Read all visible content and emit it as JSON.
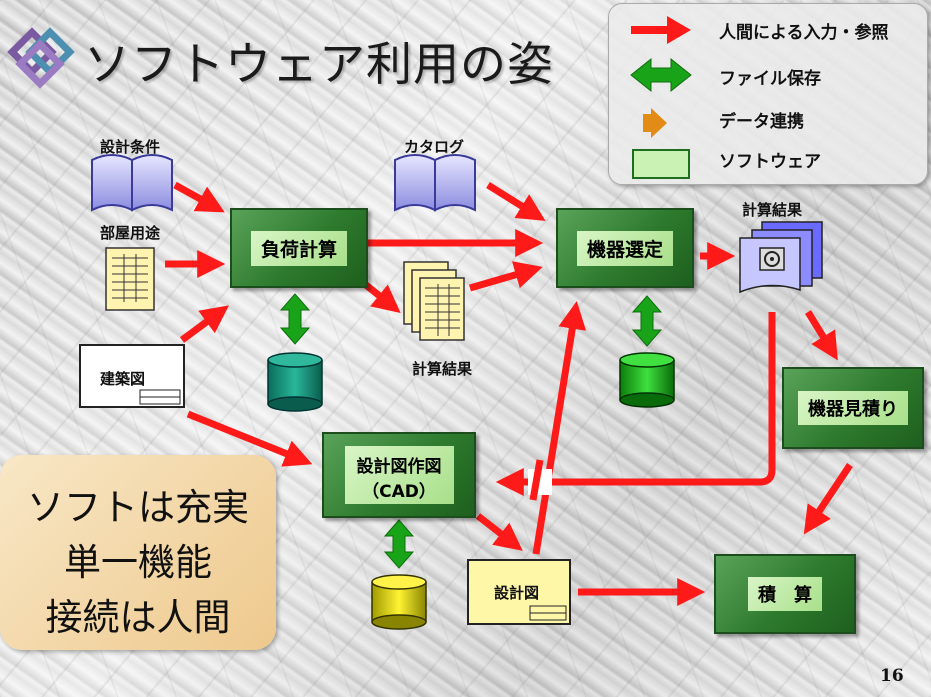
{
  "title": "ソフトウェア利用の姿",
  "legend": {
    "human_input": "人間による入力・参照",
    "file_save": "ファイル保存",
    "data_link": "データ連携",
    "software": "ソフトウェア"
  },
  "documents": {
    "design_conditions": "設計条件",
    "room_usage": "部屋用途",
    "catalog": "カタログ",
    "architectural_drawing": "建築図",
    "calc_results_mid": "計算結果",
    "calc_results_right": "計算結果",
    "design_drawing": "設計図"
  },
  "software": {
    "load_calc": "負荷計算",
    "equipment_selection": "機器選定",
    "design_drawing_cad_line1": "設計図作図",
    "design_drawing_cad_line2": "（CAD）",
    "equipment_estimate": "機器見積り",
    "cost_estimate": "積　算"
  },
  "callout": {
    "line1": "ソフトは充実",
    "line2": "単一機能",
    "line3": "接続は人間"
  },
  "page_number": "16",
  "colors": {
    "arrow_red": "#ff1a1a",
    "save_green": "#19a319",
    "box_green": "#2d7a2d",
    "callout_bg": "#f1d49c"
  }
}
